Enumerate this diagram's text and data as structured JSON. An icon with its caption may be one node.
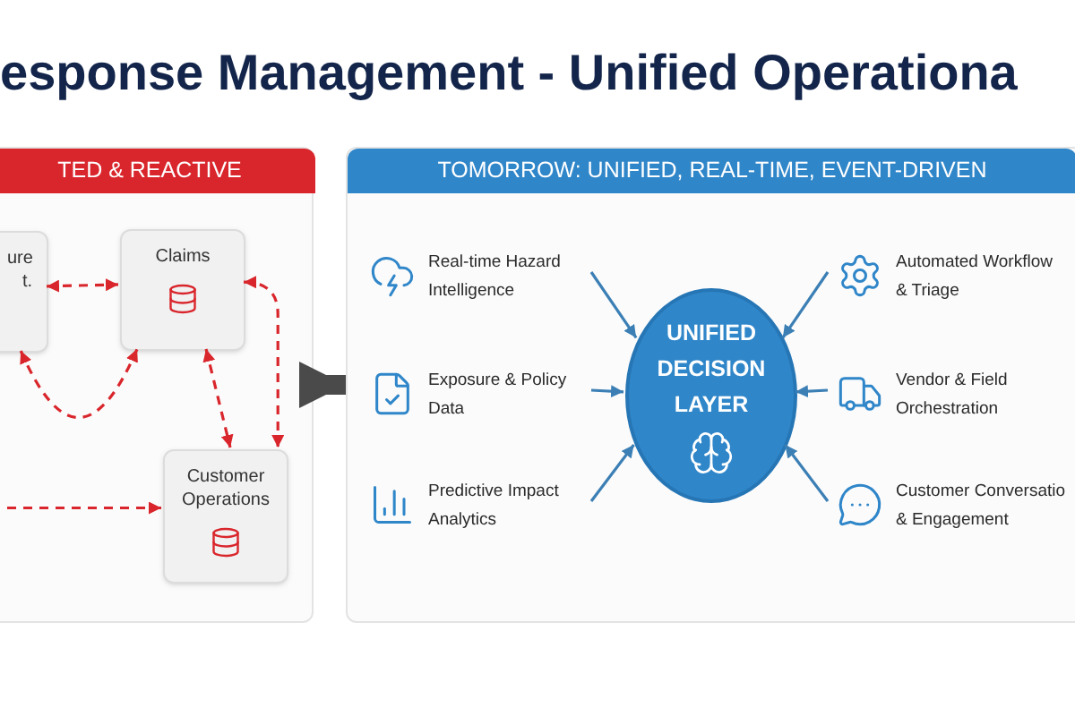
{
  "diagram": {
    "title": "esponse Management - Unified Operationa",
    "nodes": [
      {
        "text": [
          "TED & REACTIVE"
        ]
      },
      {
        "text": [
          "ure t."
        ],
        "in": 0
      },
      {
        "text": [
          "Claims"
        ],
        "in": 0
      },
      {
        "text": [
          "Customer Operations"
        ],
        "in": 0
      },
      {
        "text": [
          "TOMORROW: UNIFIED, REAL-TIME, EVENT-DRIVEN"
        ]
      },
      {
        "text": [
          "Real-time Hazard Intelligence"
        ],
        "in": 4
      },
      {
        "text": [
          "Automated Workflow & Triage"
        ],
        "in": 4
      },
      {
        "text": [
          "UNIFIED DECISION LAYER"
        ],
        "in": 4
      },
      {
        "text": [
          "Exposure & Policy Data"
        ],
        "in": 4
      },
      {
        "text": [
          "Vendor & Field Orchestration"
        ],
        "in": 4
      },
      {
        "text": [
          "Predictive Impact Analytics"
        ],
        "in": 4
      },
      {
        "text": [
          "Customer Conversatio & Engagement"
        ],
        "in": 4
      }
    ],
    "edges": [
      {
        "from": 1,
        "to": 2,
        "arrow": "both",
        "style": "dashed",
        "color": "#d9262c"
      },
      {
        "from": 1,
        "to": 2,
        "arrow": "both",
        "style": "dashed",
        "color": "#d9262c"
      },
      {
        "from": 2,
        "to": 3,
        "arrow": "both",
        "style": "dashed",
        "color": "#d9262c"
      },
      {
        "from": 2,
        "to": 3,
        "arrow": "both",
        "style": "dashed",
        "color": "#d9262c"
      },
      {
        "from": null,
        "to": 3,
        "arrow": "to",
        "style": "dashed",
        "color": "#d9262c"
      },
      {
        "from": 0,
        "to": 4,
        "arrow": "to",
        "style": "thick",
        "color": "#4a4a4a"
      },
      {
        "from": 5,
        "to": 7,
        "arrow": "to"
      },
      {
        "from": 6,
        "to": 7,
        "arrow": "to"
      },
      {
        "from": 8,
        "to": 7,
        "arrow": "to"
      },
      {
        "from": 9,
        "to": 7,
        "arrow": "to"
      },
      {
        "from": 10,
        "to": 7,
        "arrow": "to"
      },
      {
        "from": 11,
        "to": 7,
        "arrow": "to"
      }
    ]
  }
}
